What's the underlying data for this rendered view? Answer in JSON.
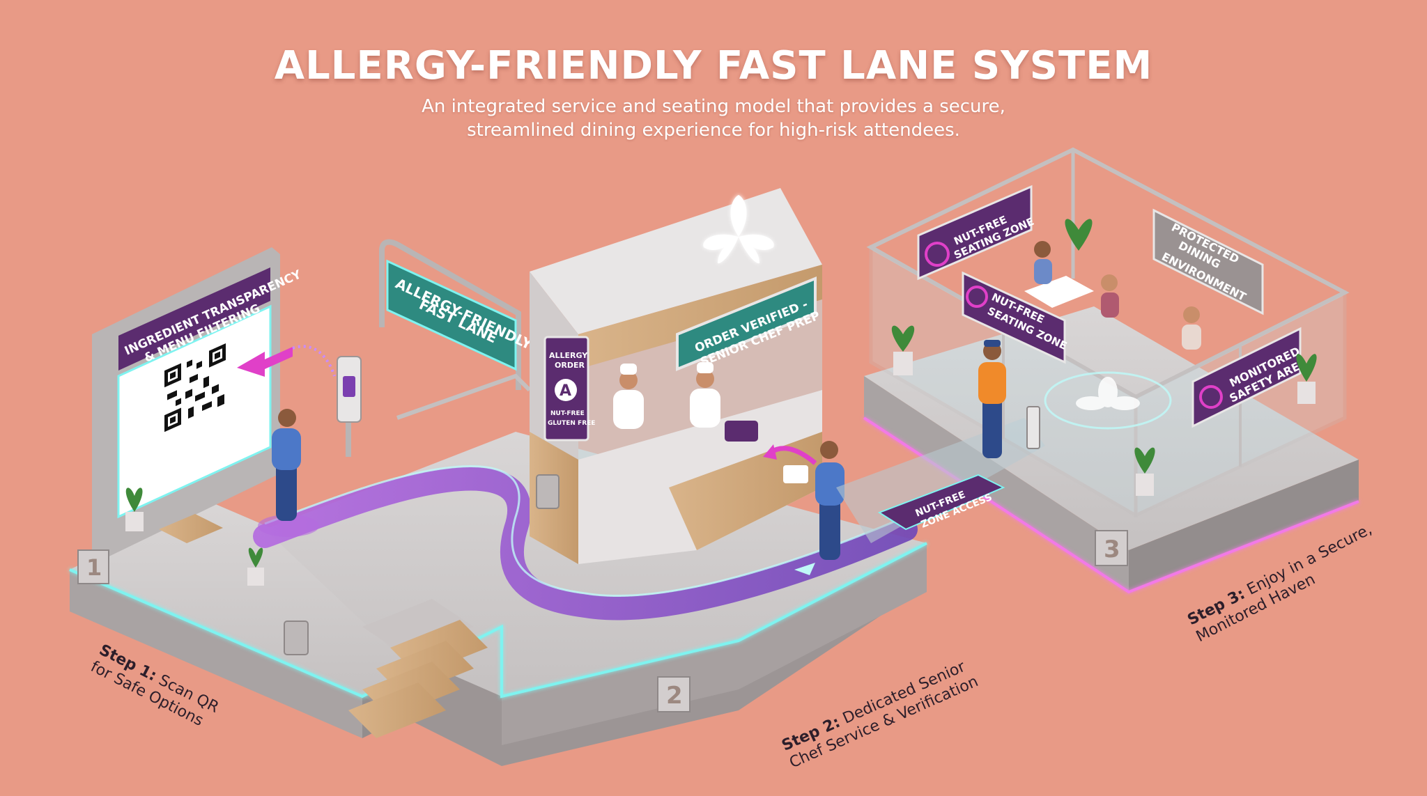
{
  "header": {
    "title": "ALLERGY-FRIENDLY FAST LANE SYSTEM",
    "subtitle_line1": "An integrated service and seating model that provides a secure,",
    "subtitle_line2": "streamlined dining experience for high-risk attendees."
  },
  "signs": {
    "ingredient_line1": "INGREDIENT TRANSPARENCY",
    "ingredient_line2": "& MENU FILTERING",
    "fast_lane_line1": "ALLERGY-FRIENDLY",
    "fast_lane_line2": "FAST LANE",
    "order_verified_line1": "ORDER VERIFIED -",
    "order_verified_line2": "SENIOR CHEF PREP",
    "allergy_order_line1": "ALLERGY",
    "allergy_order_line2": "ORDER",
    "allergy_order_badge": "A",
    "allergy_order_line3": "NUT-FREE",
    "allergy_order_line4": "GLUTEN FREE",
    "nut_free_seating_1_line1": "NUT-FREE",
    "nut_free_seating_1_line2": "SEATING ZONE",
    "nut_free_seating_2_line1": "NUT-FREE",
    "nut_free_seating_2_line2": "SEATING ZONE",
    "protected_line1": "PROTECTED",
    "protected_line2": "DINING",
    "protected_line3": "ENVIRONMENT",
    "monitored_line1": "MONITORED",
    "monitored_line2": "SAFETY AREA",
    "zone_access_line1": "NUT-FREE",
    "zone_access_line2": "ZONE ACCESS"
  },
  "step_numbers": {
    "one": "1",
    "two": "2",
    "three": "3"
  },
  "steps": {
    "step1_prefix": "Step 1:",
    "step1_line1_rest": " Scan QR",
    "step1_line2": "for Safe Options",
    "step2_prefix": "Step 2:",
    "step2_line1_rest": " Dedicated Senior",
    "step2_line2": "Chef Service & Verification",
    "step3_prefix": "Step 3:",
    "step3_line1_rest": " Enjoy in a Secure,",
    "step3_line2": "Monitored Haven"
  },
  "colors": {
    "background": "#E89A86",
    "purple_sign": "#5B2C6F",
    "teal_sign": "#2E8A80",
    "magenta_accent": "#E040C8",
    "cyan_glow": "#7FF3F0",
    "path_purple": "#8A5CC8"
  }
}
